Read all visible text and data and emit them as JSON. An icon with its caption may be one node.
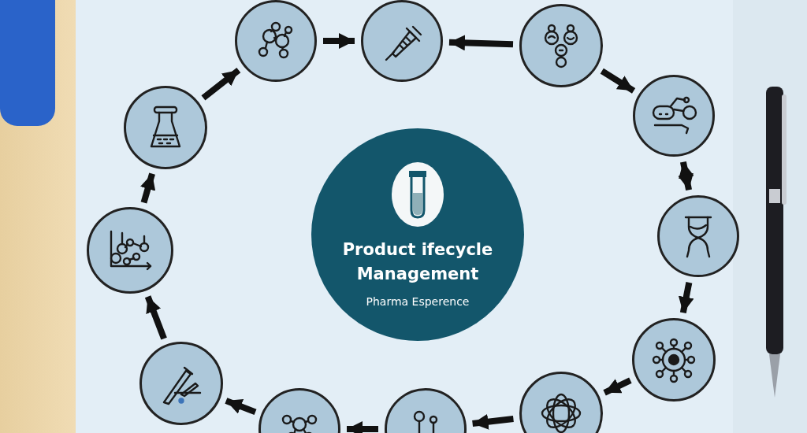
{
  "diagram": {
    "nodes": [
      {
        "text": [
          "Product ifecycle Management",
          "Pharma Esperence"
        ]
      },
      {
        "text": [],
        "shape": "circle"
      },
      {
        "text": [],
        "shape": "circle"
      },
      {
        "text": [],
        "shape": "circle"
      },
      {
        "text": [],
        "shape": "circle"
      },
      {
        "text": [],
        "shape": "circle"
      },
      {
        "text": [],
        "shape": "circle"
      },
      {
        "text": [],
        "shape": "circle"
      },
      {
        "text": [],
        "shape": "circle"
      },
      {
        "text": [],
        "shape": "circle"
      },
      {
        "text": [],
        "shape": "circle"
      },
      {
        "text": [],
        "shape": "circle"
      },
      {
        "text": [],
        "shape": "circle"
      }
    ],
    "edges": [
      {
        "from": 12,
        "to": 1,
        "arrow": "to"
      },
      {
        "from": 1,
        "to": 2,
        "arrow": "to"
      },
      {
        "from": 2,
        "to": 3,
        "arrow": "to"
      },
      {
        "from": 4,
        "to": 3,
        "arrow": "to"
      },
      {
        "from": 4,
        "to": 5,
        "arrow": "to"
      },
      {
        "from": 5,
        "to": 6,
        "arrow": "both"
      },
      {
        "from": 6,
        "to": 7,
        "arrow": "to"
      },
      {
        "from": 7,
        "to": 8,
        "arrow": "to"
      },
      {
        "from": 8,
        "to": 9,
        "arrow": "to"
      },
      {
        "from": 9,
        "to": 10,
        "arrow": "to"
      },
      {
        "from": 10,
        "to": 11,
        "arrow": "to"
      },
      {
        "from": 11,
        "to": 12,
        "arrow": "to"
      }
    ]
  }
}
